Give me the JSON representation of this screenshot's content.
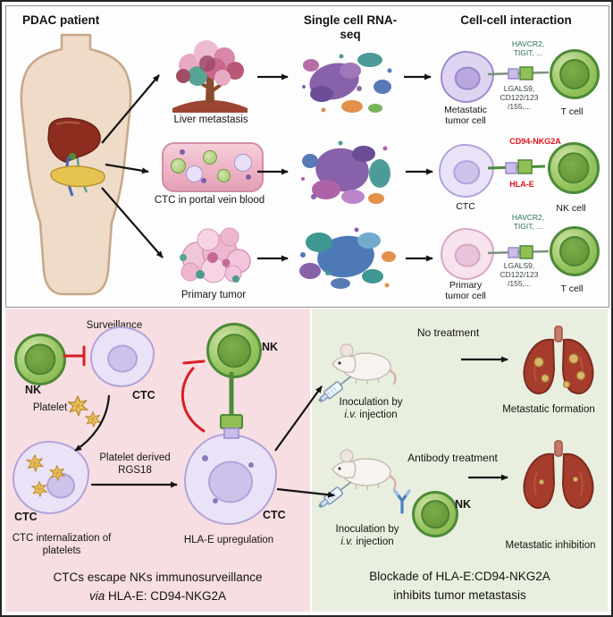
{
  "colors": {
    "panel_pink": "#f7dee2",
    "panel_green": "#e9efde",
    "accent_red": "#e0121b",
    "nk_green": "#8fbf55",
    "tumor_purple": "#ded4f2",
    "ctc_lavender": "#eae3f8",
    "primary_pink": "#f7e3ee",
    "lung_red": "#a63c2c"
  },
  "top_panel": {
    "patient_title": "PDAC patient",
    "rnaseq_title": "Single cell RNA-seq",
    "interaction_title": "Cell-cell interaction",
    "samples": [
      {
        "label": "Liver metastasis"
      },
      {
        "label": "CTC in portal vein blood"
      },
      {
        "label": "Primary tumor"
      }
    ],
    "interactions": [
      {
        "receptors": "HAVCR2, TIGIT, ...",
        "ligands": "LGALS9, CD122/123 /155,...",
        "left_cell": "Metastatic tumor cell",
        "right_cell": "T cell"
      },
      {
        "receptors": "CD94-NKG2A",
        "ligands": "HLA-E",
        "left_cell": "CTC",
        "right_cell": "NK cell"
      },
      {
        "receptors": "HAVCR2, TIGIT, ...",
        "ligands": "LGALS9, CD122/123 /155,...",
        "left_cell": "Primary tumor cell",
        "right_cell": "T cell"
      }
    ]
  },
  "escape_panel": {
    "surveillance": "Surveillance",
    "nk1": "NK",
    "ctc1": "CTC",
    "platelet": "Platelet",
    "ctc2": "CTC",
    "internalization": "CTC internalization of platelets",
    "rgs18": "Platelet derived RGS18",
    "nk2": "NK",
    "ctc3": "CTC",
    "hlae": "HLA-E upregulation",
    "caption_line1": "CTCs escape NKs immunosurveillance",
    "caption_line2_italic": "via",
    "caption_line2_rest": " HLA-E: CD94-NKG2A"
  },
  "blockade_panel": {
    "no_treatment": "No treatment",
    "antibody_treatment": "Antibody treatment",
    "inoculation_line1": "Inoculation by",
    "inoculation_italic": "i.v.",
    "inoculation_rest": " injection",
    "nk": "NK",
    "metastatic_formation": "Metastatic formation",
    "metastatic_inhibition": "Metastatic inhibition",
    "caption_line1": "Blockade of HLA-E:CD94-NKG2A",
    "caption_line2": "inhibits tumor metastasis"
  }
}
